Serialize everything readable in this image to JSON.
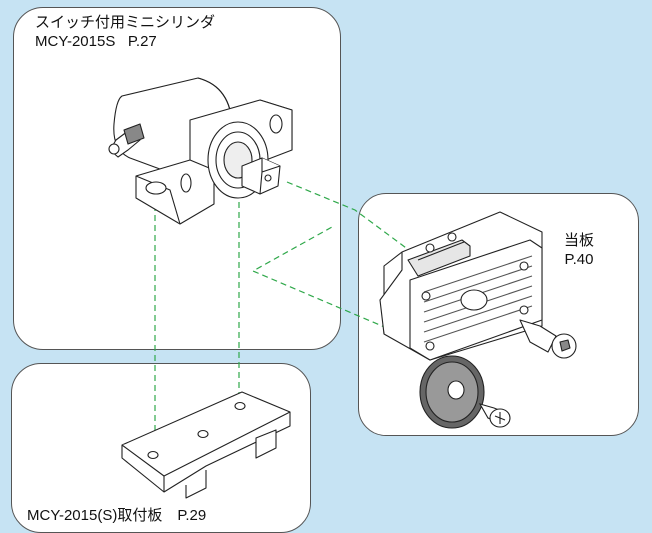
{
  "parts": {
    "cylinder": {
      "name": "スイッチ付用ミニシリンダ",
      "model": "MCY-2015S",
      "page": "P.27"
    },
    "stop_plate": {
      "name": "当板",
      "page": "P.40"
    },
    "mounting_plate": {
      "caption": "MCY-2015(S)取付板　P.29"
    }
  },
  "colors": {
    "background": "#c6e3f3",
    "guide_line": "#2fa84a",
    "stroke": "#222222"
  }
}
